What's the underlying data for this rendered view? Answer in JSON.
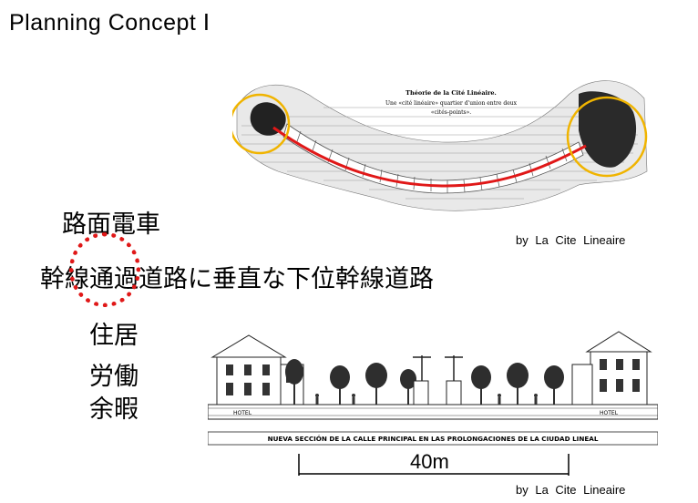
{
  "title": "Planning  Concept   Ⅰ",
  "top_illustration": {
    "caption_line1": "Théorie de la Cité Linéaire.",
    "caption_line2": "Une «cité linéaire» quartier d'union entre deux",
    "caption_line3": "«cités-points».",
    "credit": "by  La  Cite  Lineaire",
    "route_color": "#e01818",
    "highlight_color": "#f0b400"
  },
  "labels": {
    "tram": "路面電車",
    "road": "幹線通過道路に垂直な下位幹線道路",
    "life": [
      "住居",
      "労働",
      "余暇"
    ]
  },
  "street_section": {
    "hotel_left": "HOTEL",
    "hotel_right": "HOTEL",
    "caption": "NUEVA SECCIÓN DE LA CALLE PRINCIPAL EN LAS PROLONGACIONES DE LA CIUDAD LINEAL",
    "scale_label": "40m",
    "credit": "by  La  Cite  Lineaire"
  }
}
